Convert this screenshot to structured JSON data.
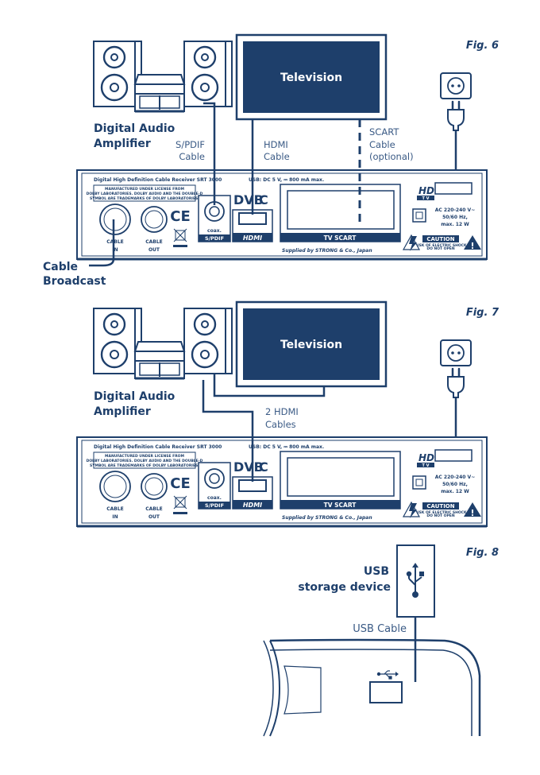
{
  "figures": {
    "fig6": "Fig. 6",
    "fig7": "Fig. 7",
    "fig8": "Fig. 8"
  },
  "labels": {
    "television": "Television",
    "amplifier_line1": "Digital Audio",
    "amplifier_line2": "Amplifier",
    "spdif_line1": "S/PDIF",
    "spdif_line2": "Cable",
    "hdmi_line1": "HDMI",
    "hdmi_line2": "Cable",
    "scart_line1": "SCART",
    "scart_line2": "Cable",
    "scart_line3": "(optional)",
    "cable_broadcast_line1": "Cable",
    "cable_broadcast_line2": "Broadcast",
    "two_hdmi_line1": "2 HDMI",
    "two_hdmi_line2": "Cables",
    "usb_line1": "USB",
    "usb_line2": "storage device",
    "usb_cable": "USB Cable"
  },
  "receiver": {
    "model": "Digital High Definition Cable Receiver SRT 3000",
    "usb_spec": "USB: DC 5 V, ⎓ 800 mA max.",
    "license_1": "MANUFACTURED UNDER LICENSE FROM",
    "license_2": "DOLBY LABORATORIES. DOLBY AUDIO AND THE DOUBLE-D",
    "license_3": "SYMBOL ARE TRADEMARKS OF DOLBY LABORATORIES.",
    "cable_in_1": "CABLE",
    "cable_in_2": "IN",
    "cable_out_1": "CABLE",
    "cable_out_2": "OUT",
    "ce": "CE",
    "coax": "coax.",
    "spdif": "S/PDIF",
    "hdmi": "HDMI",
    "tv_scart": "TV SCART",
    "dvb": "DVB",
    "dvb_c": "C",
    "hd": "HD",
    "hd_sub": "T V",
    "power_1": "AC 220-240 V~",
    "power_2": "50/60 Hz,",
    "power_3": "max. 12 W",
    "caution": "CAUTION",
    "caution_sub_1": "RISK OF ELECTRIC SHOCK",
    "caution_sub_2": "DO NOT OPEN",
    "supplied": "Supplied by STRONG & Co., Japan"
  },
  "colors": {
    "navy": "#1e3f6b",
    "text": "#1e3f6b",
    "white": "#ffffff"
  }
}
